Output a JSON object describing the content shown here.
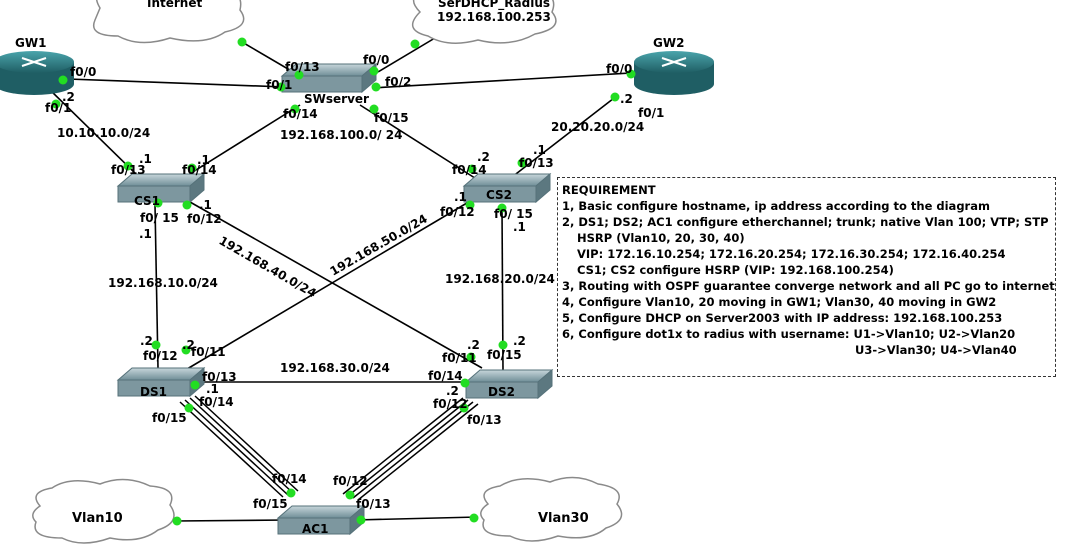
{
  "colors": {
    "link": "#000000",
    "port_dot": "#22dd22",
    "router": "#2f7f86",
    "switch": "#8faab2",
    "cloud_stroke": "#8a8a8a"
  },
  "clouds": {
    "internet": "Internet",
    "serdhcp": "SerDHCP_Radius",
    "serdhcp_ip": "192.168.100.253",
    "vlan10": "Vlan10",
    "vlan30": "Vlan30"
  },
  "devices": {
    "gw1": "GW1",
    "gw2": "GW2",
    "swserver": "SWserver",
    "cs1": "CS1",
    "cs2": "CS2",
    "ds1": "DS1",
    "ds2": "DS2",
    "ac1": "AC1"
  },
  "networks": {
    "n10_10": "10.10.10.0/24",
    "n100": "192.168.100.0/ 24",
    "n20_20": "20.20.20.0/24",
    "n10": "192.168.10.0/24",
    "n20": "192.168.20.0/24",
    "n30": "192.168.30.0/24",
    "n40": "192.168.40.0/24",
    "n50": "192.168.50.0/24"
  },
  "ports": {
    "gw1_f00": "f0/0",
    "gw1_f01": "f0/1",
    "gw1_ip": ".2",
    "sw_f013": "f0/13",
    "sw_f00": "f0/0",
    "sw_f01": "f0/1",
    "sw_f02": "f0/2",
    "sw_f014": "f0/14",
    "sw_f015": "f0/15",
    "gw2_f00": "f0/0",
    "gw2_f01": "f0/1",
    "gw2_ip": ".2",
    "cs1_f013": "f0/13",
    "cs1_ip13": ".1",
    "cs1_f014": "f0/14",
    "cs1_ip14": ".1",
    "cs1_f015": "f0/ 15",
    "cs1_ip15": ".1",
    "cs1_f012": "f0/12",
    "cs1_ip12": ".1",
    "cs2_ip14": ".2",
    "cs2_f014": "f0/14",
    "cs2_ip13": ".1",
    "cs2_f013": "f0/13",
    "cs2_ip12": ".1",
    "cs2_f012": "f0/12",
    "cs2_f015": "f0/ 15",
    "cs2_ip15": ".1",
    "ds1_ip12": ".2",
    "ds1_f012": "f0/12",
    "ds1_ip11": ".2",
    "ds1_f011": "f0/11",
    "ds1_f013": "f0/13",
    "ds1_ip13": ".1",
    "ds1_f014": "f0/14",
    "ds1_f015": "f0/15",
    "ds2_ip11": ".2",
    "ds2_f011": "f0/11",
    "ds2_f015": "f0/15",
    "ds2_ip15": ".2",
    "ds2_f014": "f0/14",
    "ds2_ip14": ".2",
    "ds2_f012": "f0/12",
    "ds2_f013": "f0/13",
    "ac1_f014": "f0/14",
    "ac1_f015": "f0/15",
    "ac1_f012": "f0/12",
    "ac1_f013": "f0/13"
  },
  "requirement": {
    "title": "REQUIREMENT",
    "l1": "1, Basic configure hostname, ip address according to the diagram",
    "l2": "2, DS1; DS2; AC1 configure etherchannel; trunk; native Vlan 100; VTP; STP",
    "l3": "HSRP (Vlan10, 20, 30, 40)",
    "l4": "VIP: 172.16.10.254; 172.16.20.254; 172.16.30.254; 172.16.40.254",
    "l5": "CS1; CS2 configure HSRP (VIP: 192.168.100.254)",
    "l6": "3, Routing with OSPF guarantee converge network and all PC go to internet",
    "l7": "4, Configure Vlan10, 20 moving in GW1; Vlan30, 40 moving in GW2",
    "l8": "5, Configure DHCP on Server2003 with IP address: 192.168.100.253",
    "l9": "6, Configure dot1x to radius with username: U1->Vlan10; U2->Vlan20",
    "l10": "U3->Vlan30; U4->Vlan40"
  }
}
